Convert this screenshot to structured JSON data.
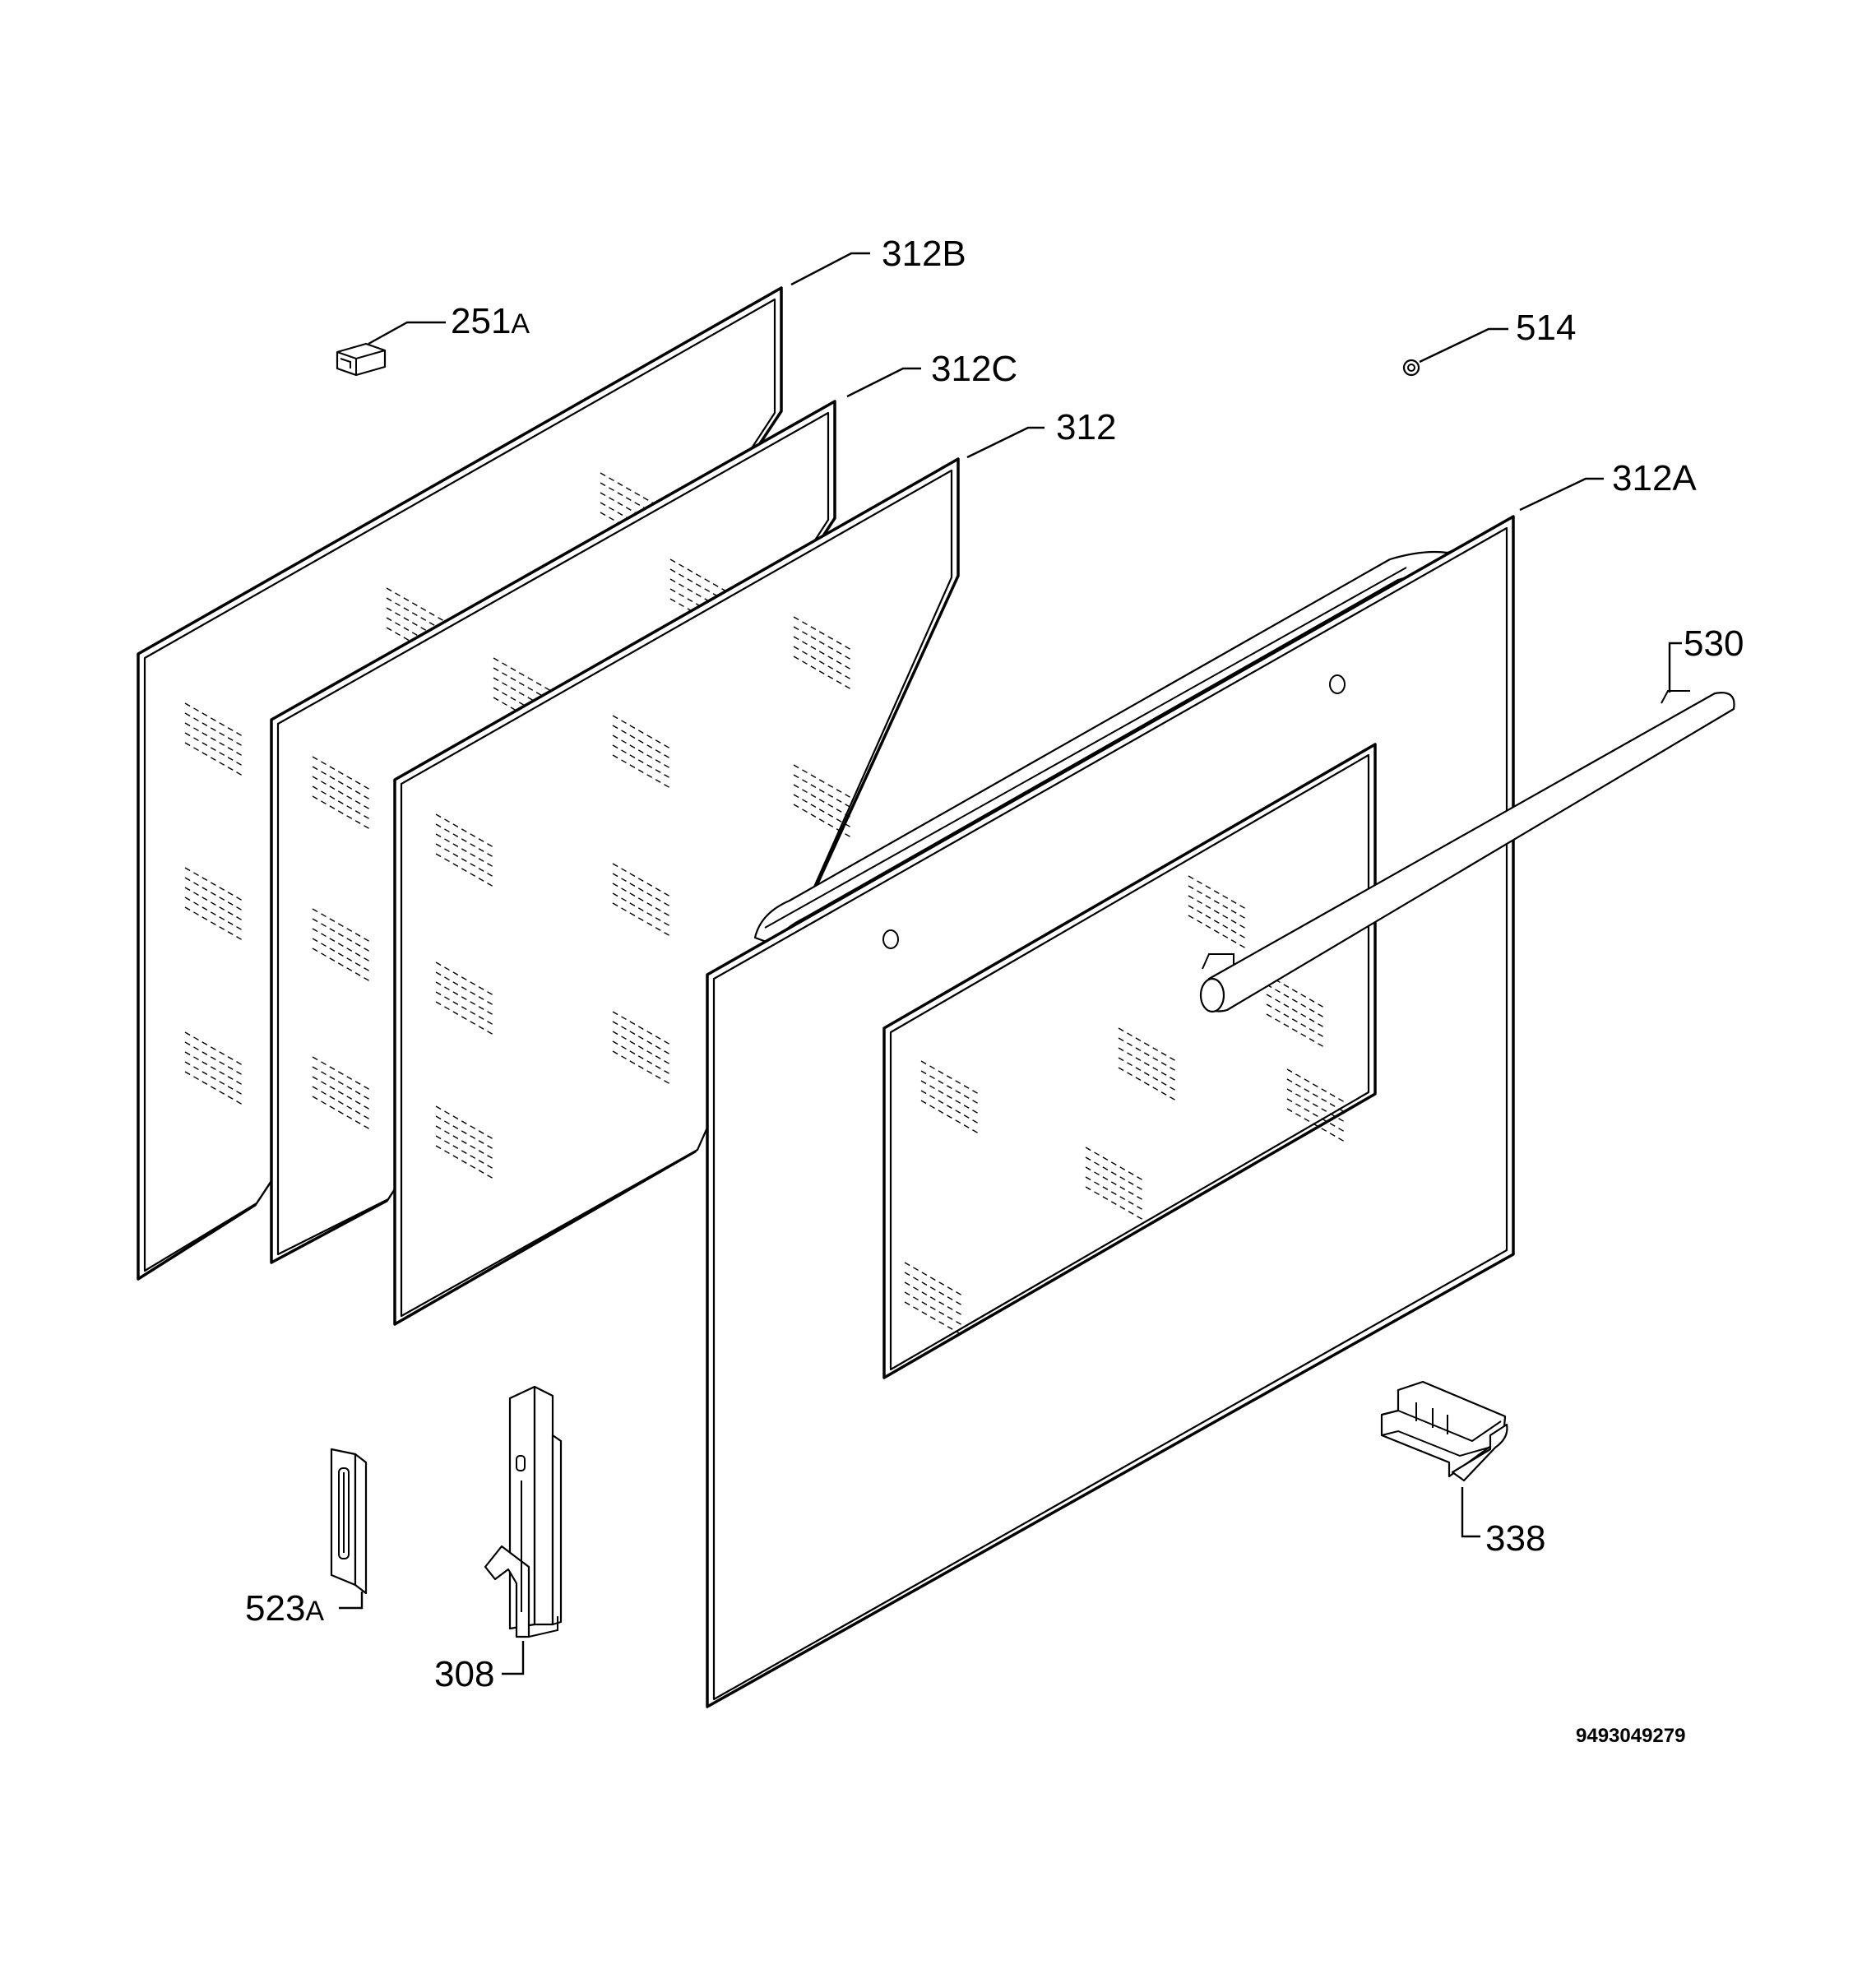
{
  "labels": {
    "p312B": "312B",
    "p251A_num": "251",
    "p251A_suf": "A",
    "p312C": "312C",
    "p312": "312",
    "p514": "514",
    "p312A": "312A",
    "p530": "530",
    "p338": "338",
    "p523A_num": "523",
    "p523A_suf": "A",
    "p308": "308"
  },
  "drawing_code": "9493049279"
}
